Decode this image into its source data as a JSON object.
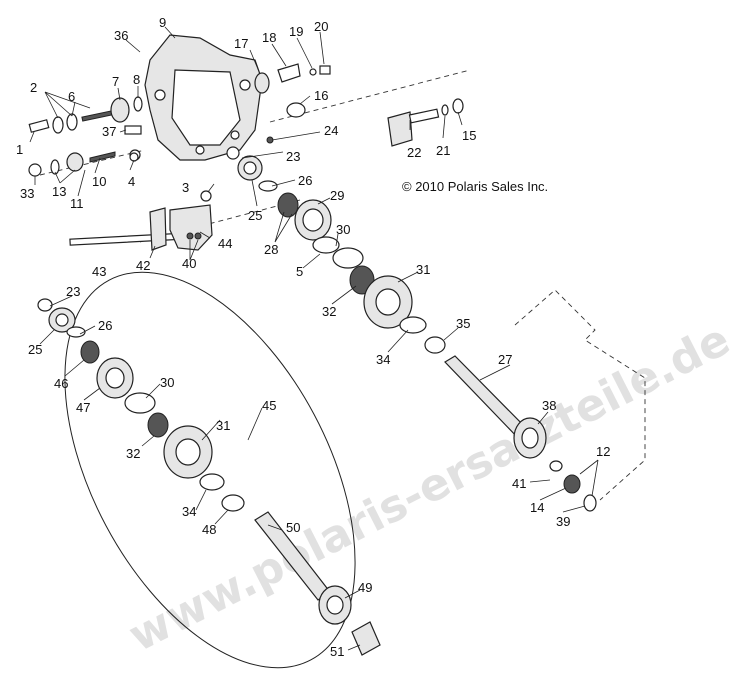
{
  "copyright": "© 2010 Polaris Sales Inc.",
  "watermark": "www.polaris-ersatzteile.de",
  "callouts": {
    "c1": "1",
    "c2": "2",
    "c3": "3",
    "c4": "4",
    "c5": "5",
    "c6": "6",
    "c7": "7",
    "c8": "8",
    "c9": "9",
    "c10": "10",
    "c11": "11",
    "c12": "12",
    "c13": "13",
    "c14": "14",
    "c15": "15",
    "c16": "16",
    "c17": "17",
    "c18": "18",
    "c19": "19",
    "c20": "20",
    "c21": "21",
    "c22": "22",
    "c23": "23",
    "c24": "24",
    "c25": "25",
    "c26": "26",
    "c27": "27",
    "c28": "28",
    "c29": "29",
    "c30": "30",
    "c31": "31",
    "c32": "32",
    "c33": "33",
    "c34": "34",
    "c35": "35",
    "c36": "36",
    "c37": "37",
    "c38": "38",
    "c39": "39",
    "c40": "40",
    "c41": "41",
    "c42": "42",
    "c43": "43",
    "c44": "44",
    "c45": "45",
    "c46": "46",
    "c47": "47",
    "c48": "48",
    "c49": "49",
    "c50": "50",
    "c51": "51"
  }
}
